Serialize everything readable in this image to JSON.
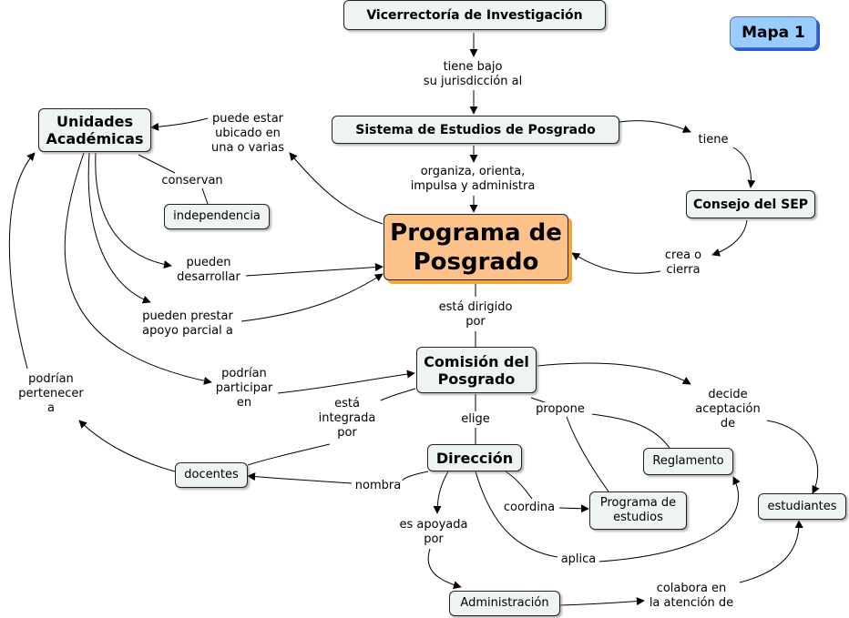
{
  "badge": "Mapa 1",
  "nodes": {
    "vicerrectoria": "Vicerrectoría de Investigación",
    "sistema": "Sistema de Estudios de Posgrado",
    "unidades": "Unidades\nAcadémicas",
    "independencia": "independencia",
    "consejo": "Consejo del SEP",
    "programa": "Programa de\nPosgrado",
    "comision": "Comisión del\nPosgrado",
    "direccion": "Dirección",
    "docentes": "docentes",
    "reglamento": "Reglamento",
    "programa_estudios": "Programa de\nestudios",
    "estudiantes": "estudiantes",
    "administracion": "Administración"
  },
  "links": {
    "tiene_bajo": "tiene bajo\nsu jurisdicción al",
    "organiza": "organiza, orienta,\nimpulsa y administra",
    "tiene": "tiene",
    "crea": "crea o\ncierra",
    "puede_estar": "puede estar\nubicado en\nuna o varias",
    "conservan": "conservan",
    "pueden_desarrollar": "pueden\ndesarrollar",
    "pueden_prestar": "pueden prestar\napoyo parcial a",
    "esta_dirigido": "está dirigido\npor",
    "podrian_participar": "podrían\nparticipar\nen",
    "podrian_pertenecer": "podrían\npertenecer\na",
    "esta_integrada": "está\nintegrada\npor",
    "elige": "elige",
    "propone": "propone",
    "decide": "decide\naceptación\nde",
    "nombra": "nombra",
    "coordina": "coordina",
    "apoyada": "es apoyada\npor",
    "aplica": "aplica",
    "colabora": "colabora en\nla atención de"
  }
}
